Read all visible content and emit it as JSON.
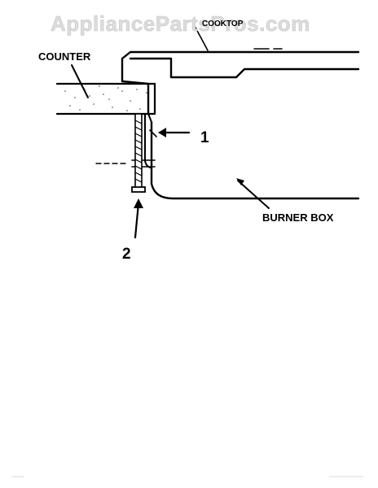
{
  "watermark": "AppliancePartsPros.com",
  "labels": {
    "cooktop": "COOKTOP",
    "counter": "COUNTER",
    "burner_box": "BURNER BOX"
  },
  "callouts": {
    "one": "1",
    "two": "2"
  }
}
